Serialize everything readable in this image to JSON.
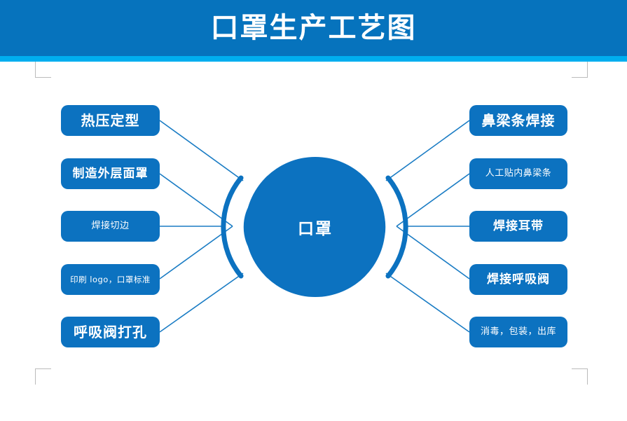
{
  "header": {
    "title": "口罩生产工艺图",
    "bar_color": "#0673bd",
    "accent_color": "#00aeef",
    "title_color": "#ffffff"
  },
  "diagram": {
    "type": "radial-process-diagram",
    "node_color": "#0c72c0",
    "connector_color": "#1a7cc4",
    "corner_mark_color": "#bbbbbb",
    "center": {
      "label": "口罩",
      "shape": "circle"
    },
    "left_nodes": [
      {
        "label": "热压定型",
        "size": "lg"
      },
      {
        "label": "制造外层面罩",
        "size": "md"
      },
      {
        "label": "焊接切边",
        "size": "sm"
      },
      {
        "label": "印刷 logo，口罩标准",
        "size": "xs"
      },
      {
        "label": "呼吸阀打孔",
        "size": "lg"
      }
    ],
    "right_nodes": [
      {
        "label": "鼻梁条焊接",
        "size": "lg"
      },
      {
        "label": "人工贴内鼻梁条",
        "size": "sm"
      },
      {
        "label": "焊接耳带",
        "size": "md"
      },
      {
        "label": "焊接呼吸阀",
        "size": "md"
      },
      {
        "label": "消毒，包装，出库",
        "size": "sm"
      }
    ]
  }
}
